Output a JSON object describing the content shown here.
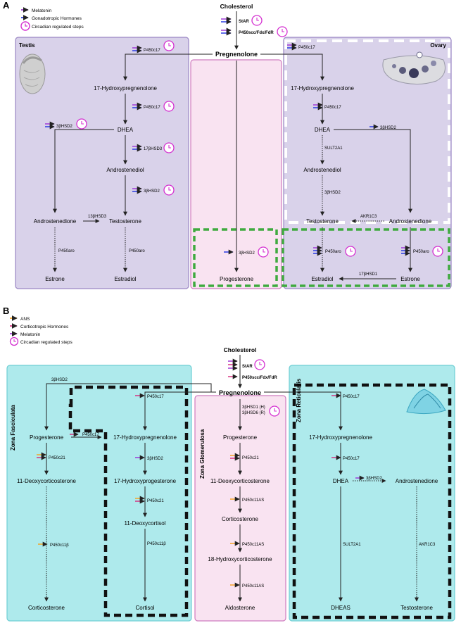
{
  "panel_a": {
    "letter": "A",
    "legend": [
      {
        "text": "Melatonin",
        "color": "#9b2fd6"
      },
      {
        "text": "Gonadotropic Hormones",
        "color": "#1d2fe0"
      },
      {
        "text": "Circadian regulated steps",
        "icon": "clock-icon"
      }
    ],
    "regions": {
      "testis": "Testis",
      "ovary": "Ovary"
    },
    "nodes": {
      "cholesterol": "Cholesterol",
      "pregnenolone": "Pregnenolone",
      "t_17ohp": "17-Hydroxypregnenolone",
      "t_dhea": "DHEA",
      "t_androstenediol": "Androstenediol",
      "t_androstenedione": "Androstenedione",
      "t_testosterone": "Testosterone",
      "t_estrone": "Estrone",
      "t_estradiol": "Estradiol",
      "progesterone": "Progesterone",
      "o_17ohp": "17-Hydroxypregnenolone",
      "o_dhea": "DHEA",
      "o_androstenediol": "Androstenediol",
      "o_testosterone": "Testosterone",
      "o_androstenedione": "Androstenedione",
      "o_estradiol": "Estradiol",
      "o_estrone": "Estrone"
    },
    "enzymes": {
      "star": "StAR",
      "p450scc": "P450scc/Fdx/FdR",
      "t_p450c17a": "P450c17",
      "t_p450c17b": "P450c17",
      "t_3bhsd2a": "3βHSD2",
      "t_17bhsd3": "17βHSD3",
      "t_3bhsd2b": "3βHSD2",
      "t_13bhsd3": "13βHSD3",
      "t_p450aro1": "P450aro",
      "t_p450aro2": "P450aro",
      "m_3bhsd2": "3βHSD2",
      "o_p450c17a": "P450c17",
      "o_p450c17b": "P450c17",
      "o_3bhsd2a": "3βHSD2",
      "o_sult2a1": "SULT2A1",
      "o_3bhsd2b": "3βHSD2",
      "o_akr1c3": "AKR1C3",
      "o_p450aro1": "P450aro",
      "o_p450aro2": "P450aro",
      "o_17bhsd1": "17βHSD1"
    }
  },
  "panel_b": {
    "letter": "B",
    "legend": [
      {
        "text": "ANS",
        "color": "#f5a019"
      },
      {
        "text": "Corticotropic Hormones",
        "color": "#d6287a"
      },
      {
        "text": "Melatonin",
        "color": "#9b2fd6"
      },
      {
        "text": "Circadian regulated steps",
        "icon": "clock-icon"
      }
    ],
    "zones": {
      "fasciculata": "Zona Fasciculata",
      "glomerulosa": "Zona Glomerulosa",
      "reticularis": "Zona Reticularis"
    },
    "nodes": {
      "cholesterol": "Cholesterol",
      "pregnenolone": "Pregnenolone",
      "f_progesterone": "Progesterone",
      "f_17ohp": "17-Hydroxypregnenolone",
      "f_11doc": "11-Deoxycorticosterone",
      "f_17ohprog": "17-Hydroxyprogesterone",
      "f_11dcortisol": "11-Deoxycortisol",
      "f_corticosterone": "Corticosterone",
      "f_cortisol": "Cortisol",
      "g_progesterone": "Progesterone",
      "g_11doc": "11-Deoxycorticosterone",
      "g_corticosterone": "Corticosterone",
      "g_18ohc": "18-Hydroxycorticosterone",
      "g_aldosterone": "Aldosterone",
      "r_17ohp": "17-Hydroxypregnenolone",
      "r_dhea": "DHEA",
      "r_androstenedione": "Androstenedione",
      "r_dheas": "DHEAS",
      "r_testosterone": "Testosterone"
    },
    "enzymes": {
      "star": "StAR",
      "p450scc": "P450scc/Fdx/FdR",
      "f_3bhsd2top": "3βHSD2",
      "f_p450c17a": "P450c17",
      "f_p450c17b": "P450c17",
      "f_p450c21a": "P450c21",
      "f_3bhsd2": "3βHSD2",
      "f_p450c21b": "P450c21",
      "f_p450c11b": "P450c11β",
      "f_p450c11b2": "P450c11β",
      "g_3bhsd1": "3βHSD1 (H)",
      "g_3bhsd6": "3βHSD6 (R)",
      "g_p450c21": "P450c21",
      "g_p450c11as1": "P450c11AS",
      "g_p450c11as2": "P450c11AS",
      "g_p450c11as3": "P450c11AS",
      "r_p450c17a": "P450c17",
      "r_p450c17b": "P450c17",
      "r_3bhsd2": "3βHSD2",
      "r_sult2a1": "SULT2A1",
      "r_akr1c3": "AKR1C3"
    }
  },
  "colors": {
    "melatonin": "#9b2fd6",
    "gonadotropic": "#1d2fe0",
    "ans": "#f5a019",
    "corticotropic": "#d6287a",
    "clock": "#d42fd0",
    "testis_fill": "#d9d2ea",
    "ovary_fill": "#d9d2ea",
    "pink_fill": "#f9e3f1",
    "cyan_fill": "#aeeaec",
    "green_dash": "#3faa3f"
  }
}
